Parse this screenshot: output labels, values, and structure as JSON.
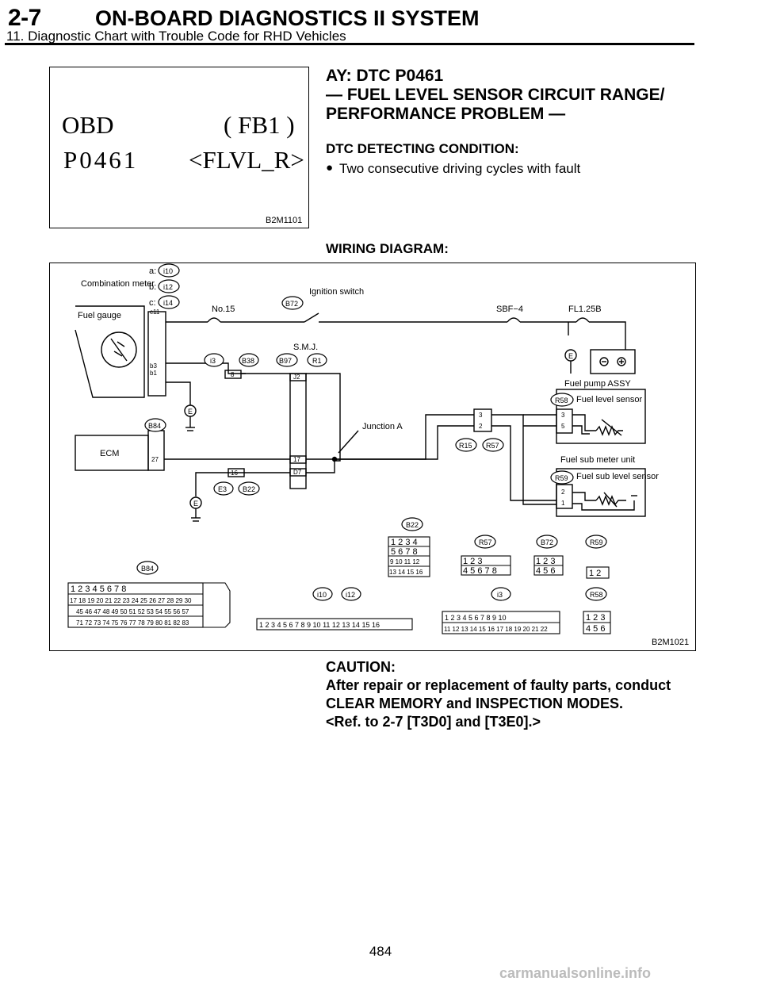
{
  "header": {
    "section_number": "2-7",
    "title": "ON-BOARD DIAGNOSTICS II SYSTEM",
    "subtitle": "11. Diagnostic Chart with Trouble Code for RHD Vehicles"
  },
  "scan_screen": {
    "line1_left": "OBD",
    "line1_right": "( FB1 )",
    "line2_left": "P0461",
    "line2_right": "<FLVL_R>",
    "figure_id": "B2M1101"
  },
  "dtc": {
    "title_line1": "AY: DTC P0461",
    "title_line2": "— FUEL LEVEL SENSOR CIRCUIT RANGE/",
    "title_line3": "PERFORMANCE PROBLEM —",
    "detecting_heading": "DTC DETECTING CONDITION:",
    "condition": "Two consecutive driving cycles with fault"
  },
  "wiring": {
    "heading": "WIRING DIAGRAM:",
    "figure_id": "B2M1021",
    "labels": {
      "combination_meter": "Combination meter",
      "fuel_gauge": "Fuel gauge",
      "a": "a:",
      "b": "b:",
      "c": "c:",
      "i10": "i10",
      "i12": "i12",
      "i14": "i14",
      "no15": "No.15",
      "ignition_switch": "Ignition switch",
      "b72": "B72",
      "sbf4": "SBF−4",
      "fl125b": "FL1.25B",
      "smj": "S.M.J.",
      "i3": "i3",
      "b38": "B38",
      "b97": "B97",
      "r1": "R1",
      "fuel_pump_assy": "Fuel pump ASSY",
      "r58": "R58",
      "fuel_level_sensor": "Fuel level sensor",
      "junction_a": "Junction A",
      "r15": "R15",
      "r57": "R57",
      "b84": "B84",
      "ecm": "ECM",
      "fuel_sub_meter_unit": "Fuel sub meter unit",
      "r59": "R59",
      "fuel_sub_level_sensor": "Fuel sub level sensor",
      "e3": "E3",
      "b22": "B22",
      "ground": "E",
      "c11": "c11",
      "b3": "b3",
      "b1": "b1",
      "pin8": "8",
      "j2": "J2",
      "pin17": "17",
      "d7": "D7",
      "pin27": "27",
      "pin16": "16",
      "pin3": "3",
      "pin2": "2",
      "pin5": "5",
      "pin1": "1"
    }
  },
  "caution": {
    "heading": "CAUTION:",
    "line1": "After repair or replacement of faulty parts, conduct",
    "line2": "CLEAR MEMORY and INSPECTION MODES.",
    "line3": "<Ref. to 2-7 [T3D0] and [T3E0].>"
  },
  "page_number": "484",
  "watermark": "carmanualsonline.info"
}
